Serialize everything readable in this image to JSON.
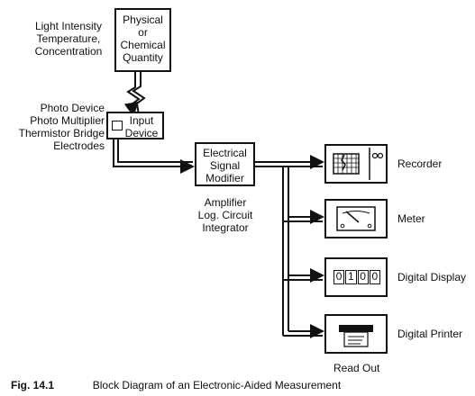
{
  "quantity": {
    "label_lines": [
      "Light Intensity",
      "Temperature,",
      "Concentration"
    ],
    "box_lines": [
      "Physical",
      "or",
      "Chemical",
      "Quantity"
    ]
  },
  "input": {
    "label_lines": [
      "Photo Device",
      "Photo Multiplier",
      "Thermistor Bridge",
      "Electrodes"
    ],
    "box_lines": [
      "Input",
      "Device"
    ]
  },
  "modifier": {
    "box_lines": [
      "Electrical",
      "Signal",
      "Modifier"
    ],
    "label_lines": [
      "Amplifier",
      "Log. Circuit",
      "Integrator"
    ]
  },
  "outputs": [
    {
      "label": "Recorder",
      "icon": "recorder-icon"
    },
    {
      "label": "Meter",
      "icon": "meter-icon"
    },
    {
      "label": "Digital Display",
      "icon": "digital-display-icon",
      "digits": [
        "0",
        "1",
        "0",
        "0"
      ]
    },
    {
      "label": "Digital Printer",
      "icon": "printer-icon"
    }
  ],
  "readout_label": "Read Out",
  "caption": {
    "figure": "Fig. 14.1",
    "text": "Block Diagram of an Electronic-Aided Measurement"
  }
}
